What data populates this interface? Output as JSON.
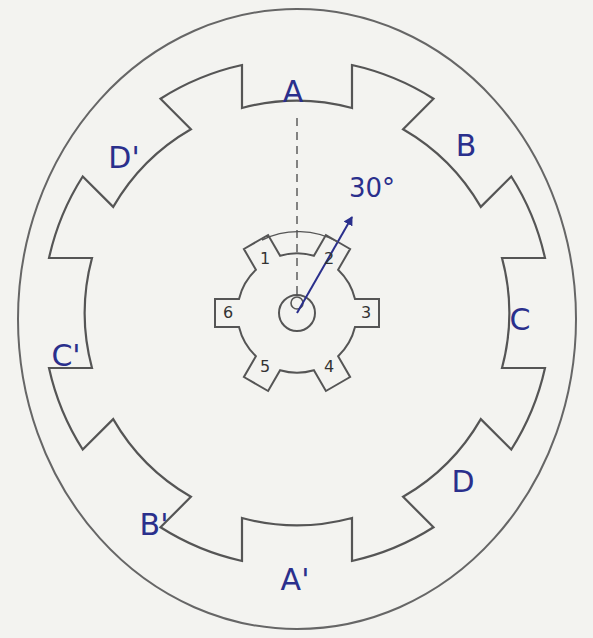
{
  "diagram": {
    "labels": [
      "A",
      "D'",
      "B",
      "30°",
      "1",
      "2",
      "C'",
      "6",
      "3",
      "C",
      "5",
      "4",
      "D",
      "B'",
      "A'"
    ]
  }
}
